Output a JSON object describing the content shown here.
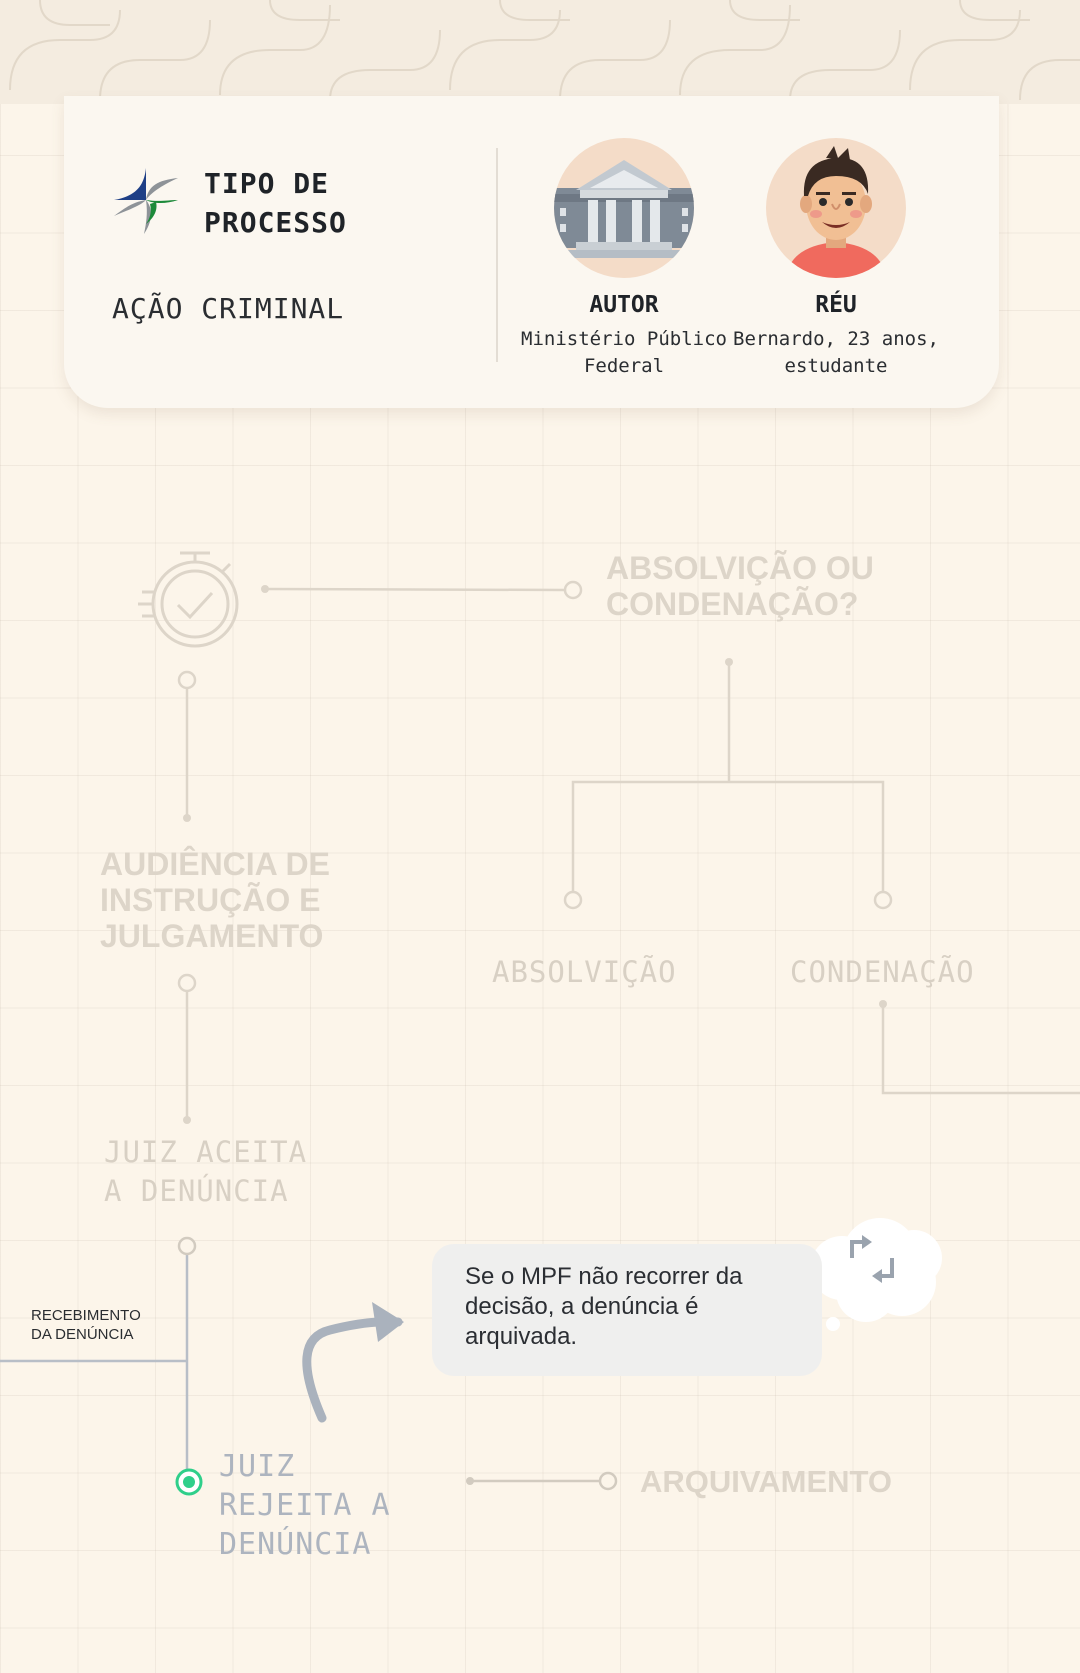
{
  "header": {
    "title": "TIPO DE PROCESSO",
    "subtitle": "AÇÃO CRIMINAL"
  },
  "parties": [
    {
      "role": "AUTOR",
      "description": "Ministério Público Federal",
      "icon": "courthouse-icon"
    },
    {
      "role": "RÉU",
      "description": "Bernardo, 23 anos, estudante",
      "icon": "man-avatar-icon"
    }
  ],
  "flow": {
    "question": "ABSOLVIÇÃO OU CONDENAÇÃO?",
    "hearing": "AUDIÊNCIA DE INSTRUÇÃO E JULGAMENTO",
    "acquittal": "ABSOLVIÇÃO",
    "conviction": "CONDENAÇÃO",
    "judge_accepts": "JUIZ ACEITA A DENÚNCIA",
    "receipt": "RECEBIMENTO DA DENÚNCIA",
    "judge_rejects": "JUIZ REJEITA A DENÚNCIA",
    "archiving": "ARQUIVAMENTO"
  },
  "note": {
    "text": "Se o MPF  não recorrer da decisão, a denúncia é arquivada.",
    "icon": "appeal-arrows-icon"
  },
  "colors": {
    "background": "#fcf5ea",
    "active_node": "#2fcf8a",
    "faded": "#d9d1c5",
    "active_text": "#adb4bf"
  }
}
